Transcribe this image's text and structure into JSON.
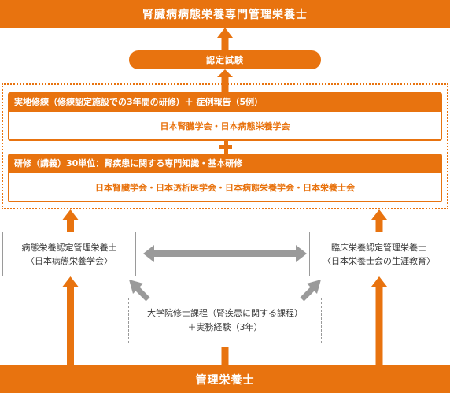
{
  "top_title": "腎臓病病態栄養専門管理栄養士",
  "exam_label": "認定試験",
  "panel1": {
    "title": "実地修練（修練認定施設での3年間の研修）＋ 症例報告（5例）",
    "orgs": "日本腎臓学会・日本病態栄養学会"
  },
  "panel2": {
    "title": "研修（講義）30単位：腎疾患に関する専門知識・基本研修",
    "orgs": "日本腎臓学会・日本透析医学会・日本病態栄養学会・日本栄養士会"
  },
  "left_box": {
    "line1": "病態栄養認定管理栄養士",
    "line2": "〈日本病態栄養学会〉"
  },
  "right_box": {
    "line1": "臨床栄養認定管理栄養士",
    "line2": "〈日本栄養士会の生涯教育〉"
  },
  "grad_box": {
    "line1": "大学院修士課程（腎疾患に関する課程）",
    "line2": "＋実務経験（3年）"
  },
  "bottom_title": "管理栄養士",
  "colors": {
    "accent": "#e8730f",
    "gray_arrow": "#9a9a9a",
    "text": "#3a3a3a"
  }
}
